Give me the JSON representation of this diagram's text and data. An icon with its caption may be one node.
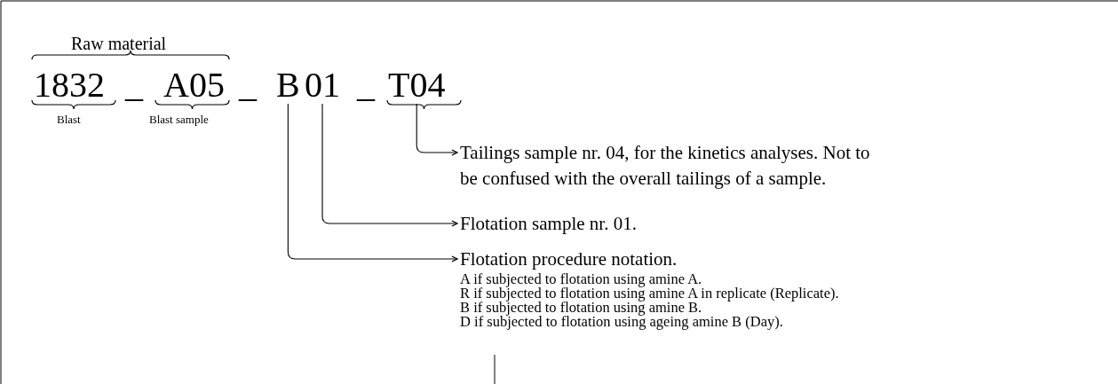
{
  "diagram": {
    "nodes": [
      {
        "text": [
          "1832"
        ]
      },
      {
        "text": [
          "A05"
        ]
      },
      {
        "text": [
          "B"
        ]
      },
      {
        "text": [
          "01"
        ]
      },
      {
        "text": [
          "T04"
        ]
      },
      {
        "text": [
          "Tailings sample nr. 04, for the kinetics analyses. Not to be confused with the overall tailings of a sample."
        ]
      },
      {
        "text": [
          "Flotation sample nr. 01."
        ]
      },
      {
        "text": [
          "Flotation procedure notation.",
          "A if subjected to flotation using amine A.",
          "R if subjected to flotation using amine A in replicate (Replicate).",
          "B if subjected to flotation using amine B.",
          "D if subjected to flotation using ageing amine B (Day)."
        ]
      }
    ],
    "edges": [
      {
        "from": 4,
        "to": 5,
        "arrow": "to"
      },
      {
        "from": 3,
        "to": 6,
        "arrow": "to"
      },
      {
        "from": 2,
        "to": 7,
        "arrow": "to"
      }
    ],
    "labels": [
      "Raw material",
      "_",
      "_",
      "_",
      "Blast",
      "Blast sample"
    ]
  }
}
